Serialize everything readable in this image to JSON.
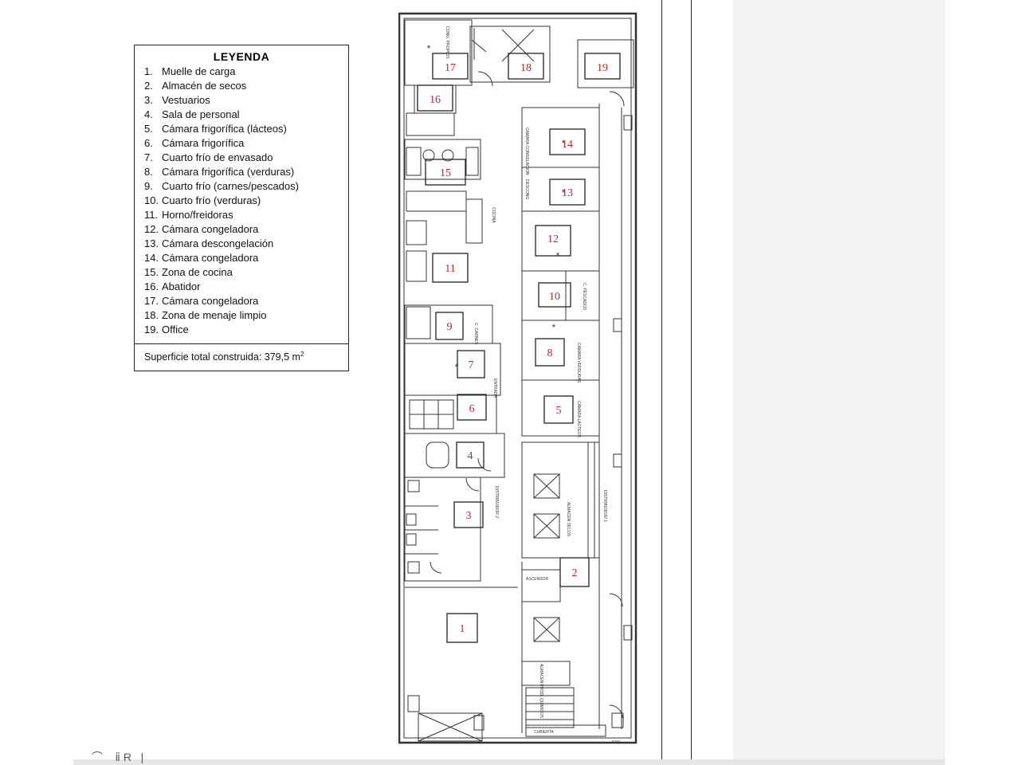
{
  "legend": {
    "title": "LEYENDA",
    "items": [
      {
        "n": "1.",
        "label": "Muelle de carga"
      },
      {
        "n": "2.",
        "label": "Almacén de secos"
      },
      {
        "n": "3.",
        "label": "Vestuarios"
      },
      {
        "n": "4.",
        "label": "Sala de personal"
      },
      {
        "n": "5.",
        "label": "Cámara frigorífica (lácteos)"
      },
      {
        "n": "6.",
        "label": "Cámara frigorífica"
      },
      {
        "n": "7.",
        "label": "Cuarto frío de envasado"
      },
      {
        "n": "8.",
        "label": "Cámara frigorífica (verduras)"
      },
      {
        "n": "9.",
        "label": "Cuarto frío (carnes/pescados)"
      },
      {
        "n": "10.",
        "label": "Cuarto frío (verduras)"
      },
      {
        "n": "11.",
        "label": "Horno/freidoras"
      },
      {
        "n": "12.",
        "label": "Cámara congeladora"
      },
      {
        "n": "13.",
        "label": "Cámara descongelación"
      },
      {
        "n": "14.",
        "label": "Cámara congeladora"
      },
      {
        "n": "15.",
        "label": "Zona de cocina"
      },
      {
        "n": "16.",
        "label": "Abatidor"
      },
      {
        "n": "17.",
        "label": "Cámara congeladora"
      },
      {
        "n": "18.",
        "label": "Zona de menaje limpio"
      },
      {
        "n": "19.",
        "label": "Office"
      }
    ],
    "total_label": "Superficie total construida: 379,5 m",
    "total_sup": "2"
  },
  "plan": {
    "zones": [
      "1",
      "2",
      "3",
      "4",
      "5",
      "6",
      "7",
      "8",
      "9",
      "10",
      "11",
      "12",
      "13",
      "14",
      "15",
      "16",
      "17",
      "18",
      "19"
    ],
    "labels": {
      "entrada": "ENTRADA",
      "cocina": "COCINA",
      "almacen_secos": "ALMACEN SECOS",
      "distribuidor_2": "DISTRIBUIDOR 2",
      "distribuidor_1": "DISTRIBUIDOR 1",
      "ascensor": "ASCENSOR",
      "almacen_prod_quimicos": "ALMACEN PROD. QUIMICOS",
      "camara_congelacion": "CAMARA CONGELACION",
      "descong": "DESCONG.",
      "camara_verduras": "CAMARA VERDURAS",
      "camara_lacteos": "CAMARA LACTEOS",
      "c_pescados": "C. PESCADOS",
      "c_carnes": "C. CARNES",
      "cong_propios": "CONG. PROPIOS",
      "cubierta": "CUBIERTA",
      "dim": "0.92"
    },
    "accent_color": "#c0262c"
  }
}
